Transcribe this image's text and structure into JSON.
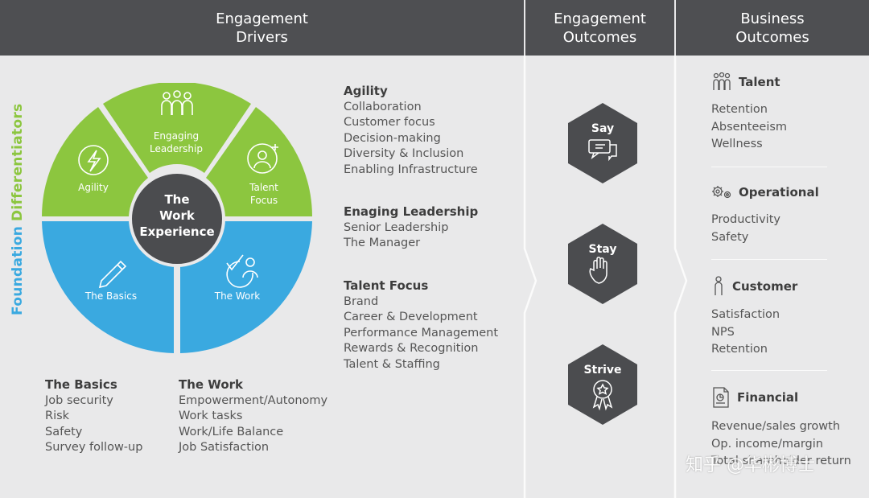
{
  "headers": {
    "drivers": [
      "Engagement",
      "Drivers"
    ],
    "engagement": [
      "Engagement",
      "Outcomes"
    ],
    "business": [
      "Business",
      "Outcomes"
    ]
  },
  "side_labels": {
    "differentiators": "Differentiators",
    "foundation": "Foundation"
  },
  "wheel": {
    "center": [
      "The",
      "Work",
      "Experience"
    ],
    "segments": {
      "agility": "Agility",
      "engaging": [
        "Engaging",
        "Leadership"
      ],
      "talent": [
        "Talent",
        "Focus"
      ],
      "basics": "The Basics",
      "work": "The Work"
    },
    "colors": {
      "green": "#8cc63f",
      "blue": "#3aa9e0",
      "center": "#4b4c4f"
    }
  },
  "lists": {
    "agility": {
      "title": "Agility",
      "items": [
        "Collaboration",
        "Customer focus",
        "Decision-making",
        "Diversity & Inclusion",
        "Enabling Infrastructure"
      ]
    },
    "leadership": {
      "title": "Enaging Leadership",
      "items": [
        "Senior Leadership",
        "The Manager"
      ]
    },
    "talent": {
      "title": "Talent Focus",
      "items": [
        "Brand",
        "Career & Development",
        "Performance Management",
        "Rewards & Recognition",
        "Talent & Staffing"
      ]
    },
    "basics": {
      "title": "The Basics",
      "items": [
        "Job security",
        "Risk",
        "Safety",
        "Survey follow-up"
      ]
    },
    "work": {
      "title": "The Work",
      "items": [
        "Empowerment/Autonomy",
        "Work tasks",
        "Work/Life Balance",
        "Job Satisfaction"
      ]
    }
  },
  "outcomes": {
    "say": "Say",
    "stay": "Stay",
    "strive": "Strive"
  },
  "business": {
    "talent": {
      "title": "Talent",
      "items": [
        "Retention",
        "Absenteeism",
        "Wellness"
      ]
    },
    "operational": {
      "title": "Operational",
      "items": [
        "Productivity",
        "Safety"
      ]
    },
    "customer": {
      "title": "Customer",
      "items": [
        "Satisfaction",
        "NPS",
        "Retention"
      ]
    },
    "financial": {
      "title": "Financial",
      "items": [
        "Revenue/sales growth",
        "Op. income/margin",
        "Total shareholder return"
      ]
    }
  },
  "watermark": "知乎 @华彬博士",
  "icons": [
    "people-icon",
    "lightning-icon",
    "person-plus-icon",
    "pencil-icon",
    "check-person-icon",
    "chat-icon",
    "hand-icon",
    "award-icon",
    "gears-icon",
    "person-icon",
    "document-icon"
  ]
}
